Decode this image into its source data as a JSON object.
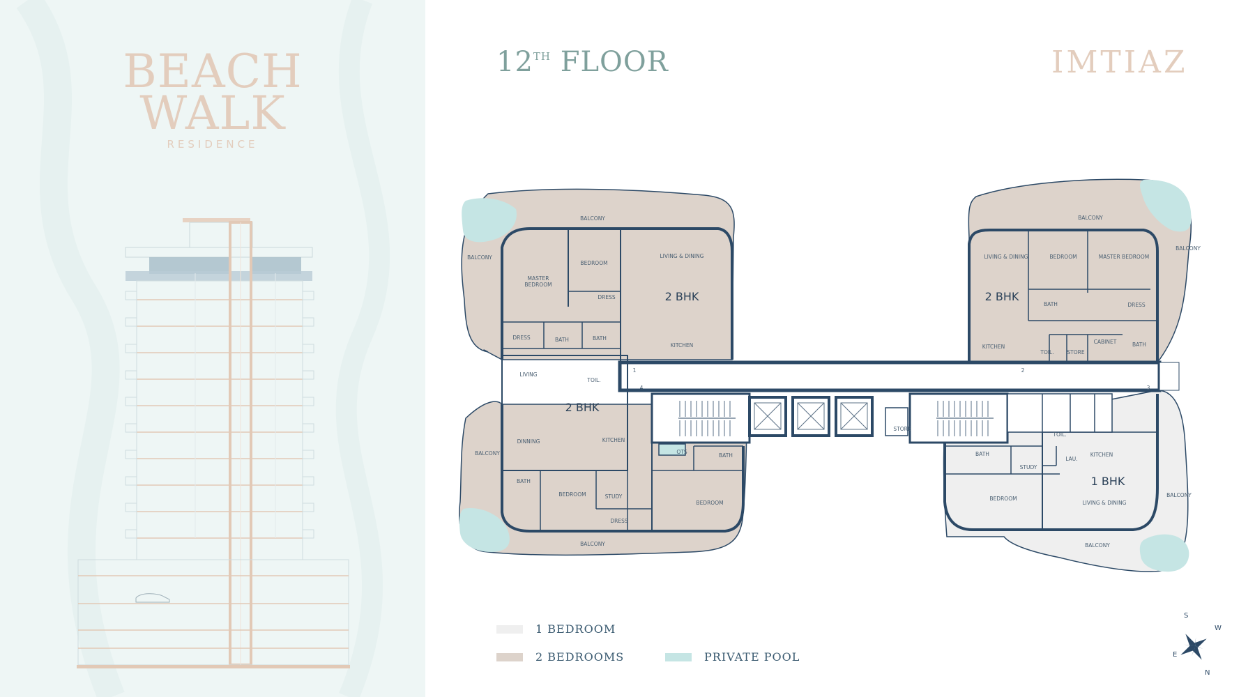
{
  "branding": {
    "project_line1": "BEACH",
    "project_line2": "WALK",
    "project_line3": "RESIDENCE",
    "developer": "IMTIAZ"
  },
  "floor": {
    "number": "12",
    "suffix": "TH",
    "word": "FLOOR"
  },
  "units": {
    "unit_a": "2 BHK",
    "unit_b": "2 BHK",
    "unit_c": "2 BHK",
    "unit_d": "1 BHK"
  },
  "rooms": {
    "balcony": "BALCONY",
    "master_bedroom": "MASTER BEDROOM",
    "master_line1": "MASTER",
    "master_line2": "BEDROOM",
    "bedroom": "BEDROOM",
    "living_dining": "LIVING & DINING",
    "dress": "DRESS",
    "bath": "BATH",
    "kitchen": "KITCHEN",
    "living": "LIVING",
    "dinning": "DINNING",
    "toil": "TOIL.",
    "study": "STUDY",
    "store": "STORE",
    "cabinet": "CABINET",
    "ots": "OTS",
    "lau": "LAU."
  },
  "entrances": [
    "1",
    "2",
    "3",
    "4"
  ],
  "legend": [
    {
      "label": "1 BEDROOM",
      "color": "#efefef"
    },
    {
      "label": "2 BEDROOMS",
      "color": "#ddd3cb"
    },
    {
      "label": "PRIVATE POOL",
      "color": "#c5e5e4"
    }
  ],
  "compass": {
    "s": "S",
    "w": "W",
    "e": "E",
    "n": "N"
  },
  "colors": {
    "wall": "#2c4966",
    "two_bed_fill": "#ddd3cb",
    "one_bed_fill": "#efefef",
    "pool": "#c5e5e4",
    "accent_beige": "#e3cdbd",
    "accent_teal": "#7fa09c",
    "left_bg": "#eef6f5"
  }
}
